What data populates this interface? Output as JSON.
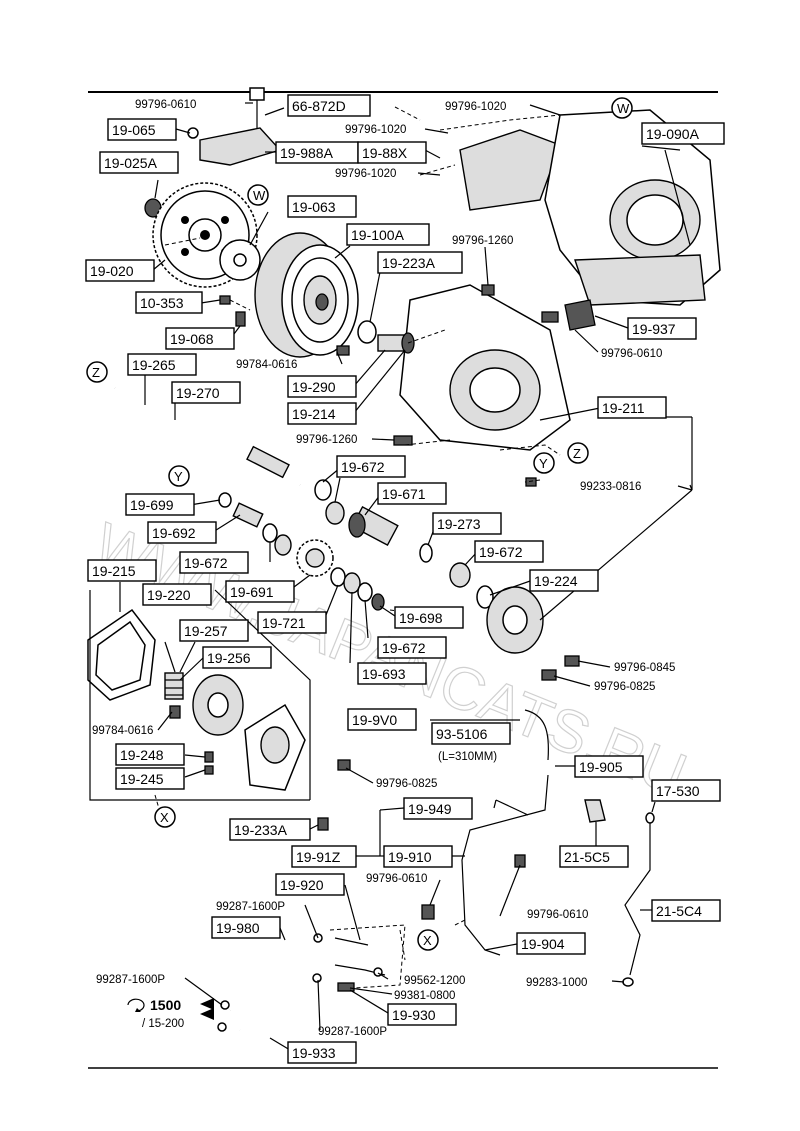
{
  "labels": {
    "l1": "66-872D",
    "l2": "19-065",
    "l3": "19-988A",
    "l4": "19-88X",
    "l5": "19-025A",
    "l6": "19-063",
    "l7": "19-100A",
    "l8": "19-090A",
    "l9": "19-020",
    "l10": "19-223A",
    "l11": "10-353",
    "l12": "19-068",
    "l13": "19-937",
    "l14": "19-265",
    "l15": "19-270",
    "l16": "19-290",
    "l17": "19-214",
    "l18": "19-211",
    "l19": "19-672",
    "l20": "19-671",
    "l21": "19-699",
    "l22": "19-692",
    "l23": "19-273",
    "l24": "19-672",
    "l25": "19-672",
    "l26": "19-215",
    "l27": "19-224",
    "l28": "19-691",
    "l29": "19-220",
    "l30": "19-698",
    "l31": "19-721",
    "l32": "19-257",
    "l33": "19-672",
    "l34": "19-693",
    "l35": "19-256",
    "l36": "19-9V0",
    "l37": "93-5106",
    "l38": "19-248",
    "l39": "19-245",
    "l40": "19-905",
    "l41": "17-530",
    "l42": "19-949",
    "l43": "19-233A",
    "l44": "21-5C5",
    "l45": "19-91Z",
    "l46": "19-910",
    "l47": "19-920",
    "l48": "21-5C4",
    "l49": "19-980",
    "l50": "19-904",
    "l51": "19-930",
    "l52": "19-933"
  },
  "codes": {
    "c1": "99796-0610",
    "c2": "99796-1020",
    "c3": "99796-1020",
    "c4": "99796-1020",
    "c5": "99796-1260",
    "c6": "99796-0610",
    "c7": "99784-0616",
    "c8": "99796-1260",
    "c9": "99233-0816",
    "c10": "99796-0845",
    "c11": "99796-0825",
    "c12": "99784-0616",
    "c13": "99796-0825",
    "c14": "99796-0610",
    "c15": "99796-0610",
    "c16": "99287-1600P",
    "c17": "99287-1600P",
    "c18": "99562-1200",
    "c19": "99381-0800",
    "c20": "99283-1000",
    "c21": "99287-1600P"
  },
  "notes": {
    "length": "(L=310MM)",
    "torque_value": "1500",
    "torque_range": "/ 15-200"
  },
  "refs": {
    "w": "W",
    "z": "Z",
    "y": "Y",
    "x": "X"
  },
  "watermark": "WWW.JAPANCATS.RU"
}
